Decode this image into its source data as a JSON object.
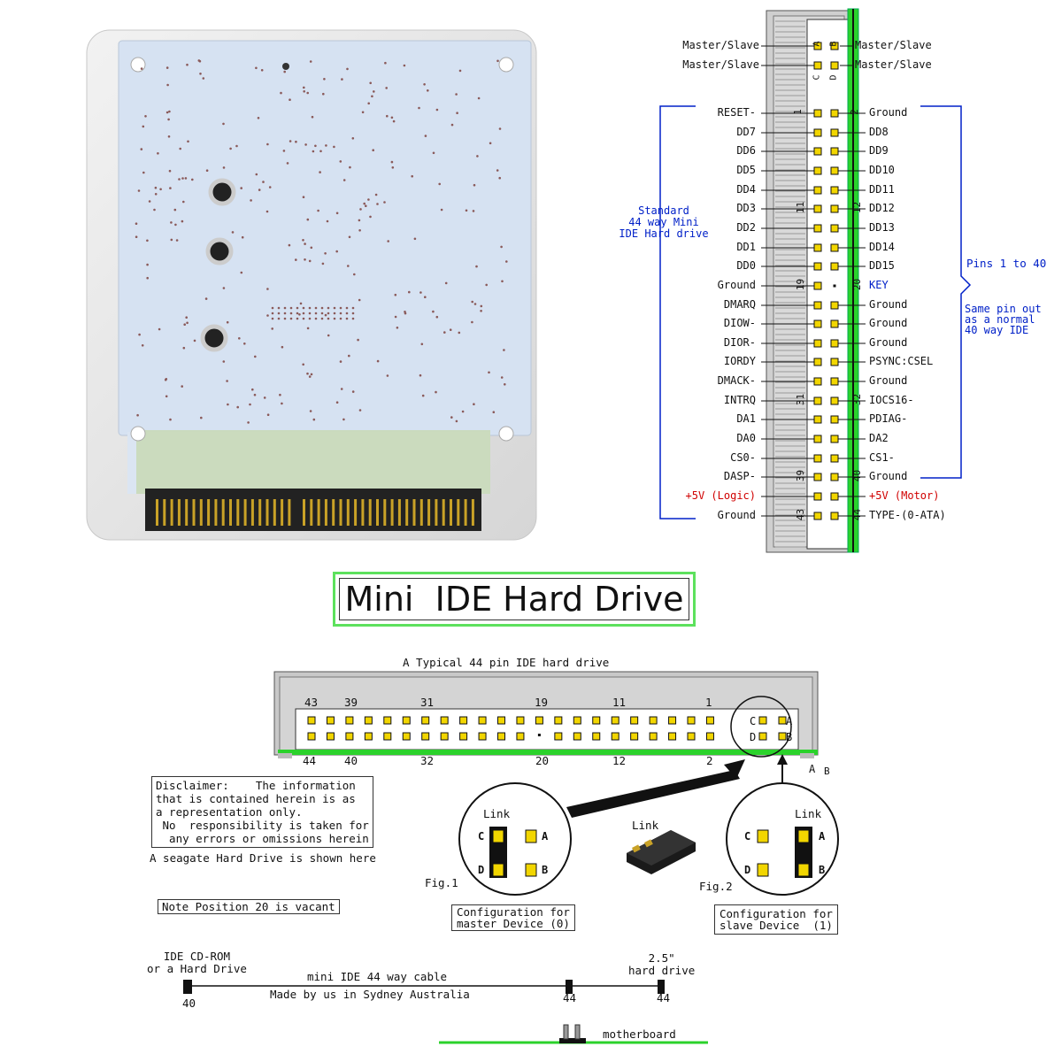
{
  "header_pins": {
    "left": [
      "Master/Slave",
      "Master/Slave"
    ],
    "right": [
      "Master/Slave",
      "Master/Slave"
    ],
    "col_letters_left": "C",
    "col_letters_right": "D"
  },
  "left_labels": [
    "RESET-",
    "DD7",
    "DD6",
    "DD5",
    "DD4",
    "DD3",
    "DD2",
    "DD1",
    "DD0",
    "Ground",
    "DMARQ",
    "DIOW-",
    "DIOR-",
    "IORDY",
    "DMACK-",
    "INTRQ",
    "DA1",
    "DA0",
    "CS0-",
    "DASP-",
    "+5V (Logic)",
    "Ground"
  ],
  "right_labels": [
    "Ground",
    "DD8",
    "DD9",
    "DD10",
    "DD11",
    "DD12",
    "DD13",
    "DD14",
    "DD15",
    "KEY",
    "Ground",
    "Ground",
    "Ground",
    "PSYNC:CSEL",
    "Ground",
    "IOCS16-",
    "PDIAG-",
    "DA2",
    "CS1-",
    "Ground",
    "+5V (Motor)",
    "TYPE-(0-ATA)"
  ],
  "pin_numbers_left": [
    "1",
    "11",
    "19",
    "31",
    "39",
    "43"
  ],
  "pin_numbers_right": [
    "2",
    "12",
    "20",
    "32",
    "40",
    "44"
  ],
  "letters": {
    "A": "A",
    "B": "B",
    "C": "C",
    "D": "D"
  },
  "bracket_left": [
    "Standard",
    "44 way Mini",
    "IDE Hard drive"
  ],
  "bracket_right": "Pins 1 to 40",
  "bracket_right_note": [
    "Same pin out",
    "as a normal",
    "40 way IDE"
  ],
  "title": "Mini  IDE Hard Drive",
  "drive_caption": "A Typical 44 pin IDE hard drive",
  "top_numbers": [
    "43",
    "39",
    "31",
    "19",
    "11",
    "1"
  ],
  "bottom_numbers": [
    "44",
    "40",
    "32",
    "20",
    "12",
    "2"
  ],
  "disclaimer": "Disclaimer:    The information\nthat is contained herein is as\na representation only.\n No  responsibility is taken for\n  any errors or omissions herein",
  "seagate": "A seagate Hard Drive is shown here",
  "note": "Note Position 20 is vacant",
  "link_label": "Link",
  "fig1": "Fig.1",
  "fig2": "Fig.2",
  "config_master": "Configuration for\nmaster Device (0)",
  "config_slave": "Configuration for\nslave Device  (1)",
  "cable_left_label": "IDE CD-ROM\nor a Hard Drive",
  "cable_right_label": "2.5\"\nhard drive",
  "cable_mid_label": "mini IDE 44 way cable",
  "made_by": "Made by us in Sydney Australia",
  "cable_nums": [
    "40",
    "44",
    "44"
  ],
  "motherboard": "motherboard",
  "colors": {
    "green": "#2bd22b",
    "blue": "#0020c8",
    "red": "#d00000",
    "pin_gold": "#f2d600",
    "board": "#d6e2f2"
  }
}
